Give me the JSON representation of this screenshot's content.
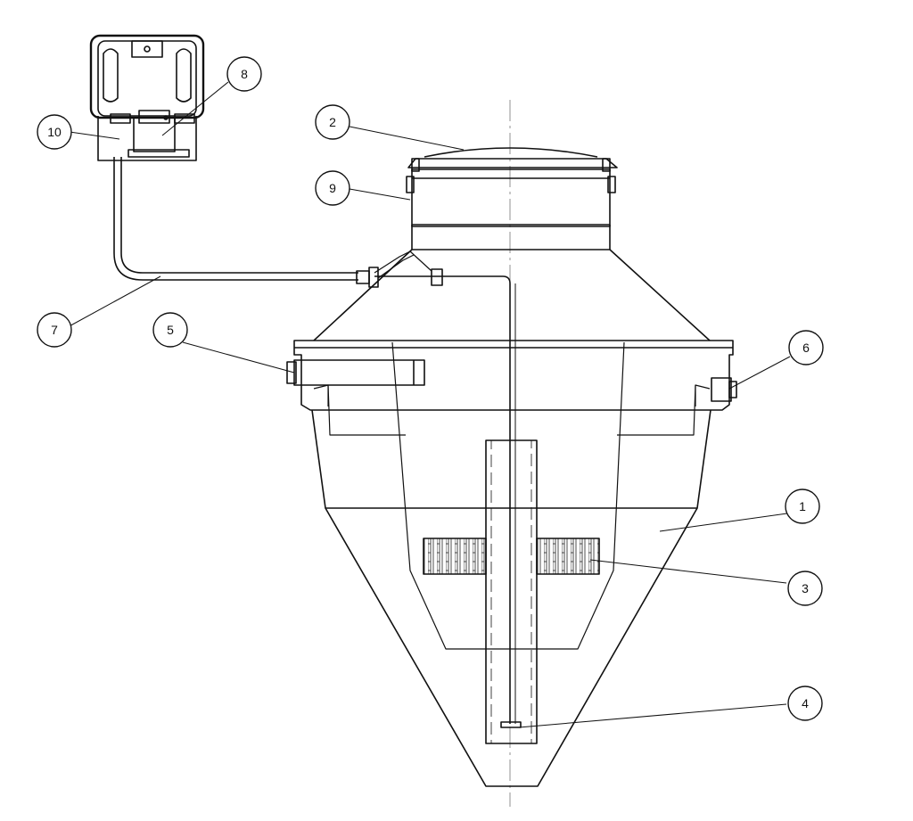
{
  "callouts": [
    {
      "id": "c1",
      "label": "1"
    },
    {
      "id": "c2",
      "label": "2"
    },
    {
      "id": "c3",
      "label": "3"
    },
    {
      "id": "c4",
      "label": "4"
    },
    {
      "id": "c5",
      "label": "5"
    },
    {
      "id": "c6",
      "label": "6"
    },
    {
      "id": "c7",
      "label": "7"
    },
    {
      "id": "c8",
      "label": "8"
    },
    {
      "id": "c9",
      "label": "9"
    },
    {
      "id": "c10",
      "label": "10"
    }
  ],
  "colors": {
    "line": "#111111",
    "background": "#ffffff",
    "hatch": "#333333"
  }
}
